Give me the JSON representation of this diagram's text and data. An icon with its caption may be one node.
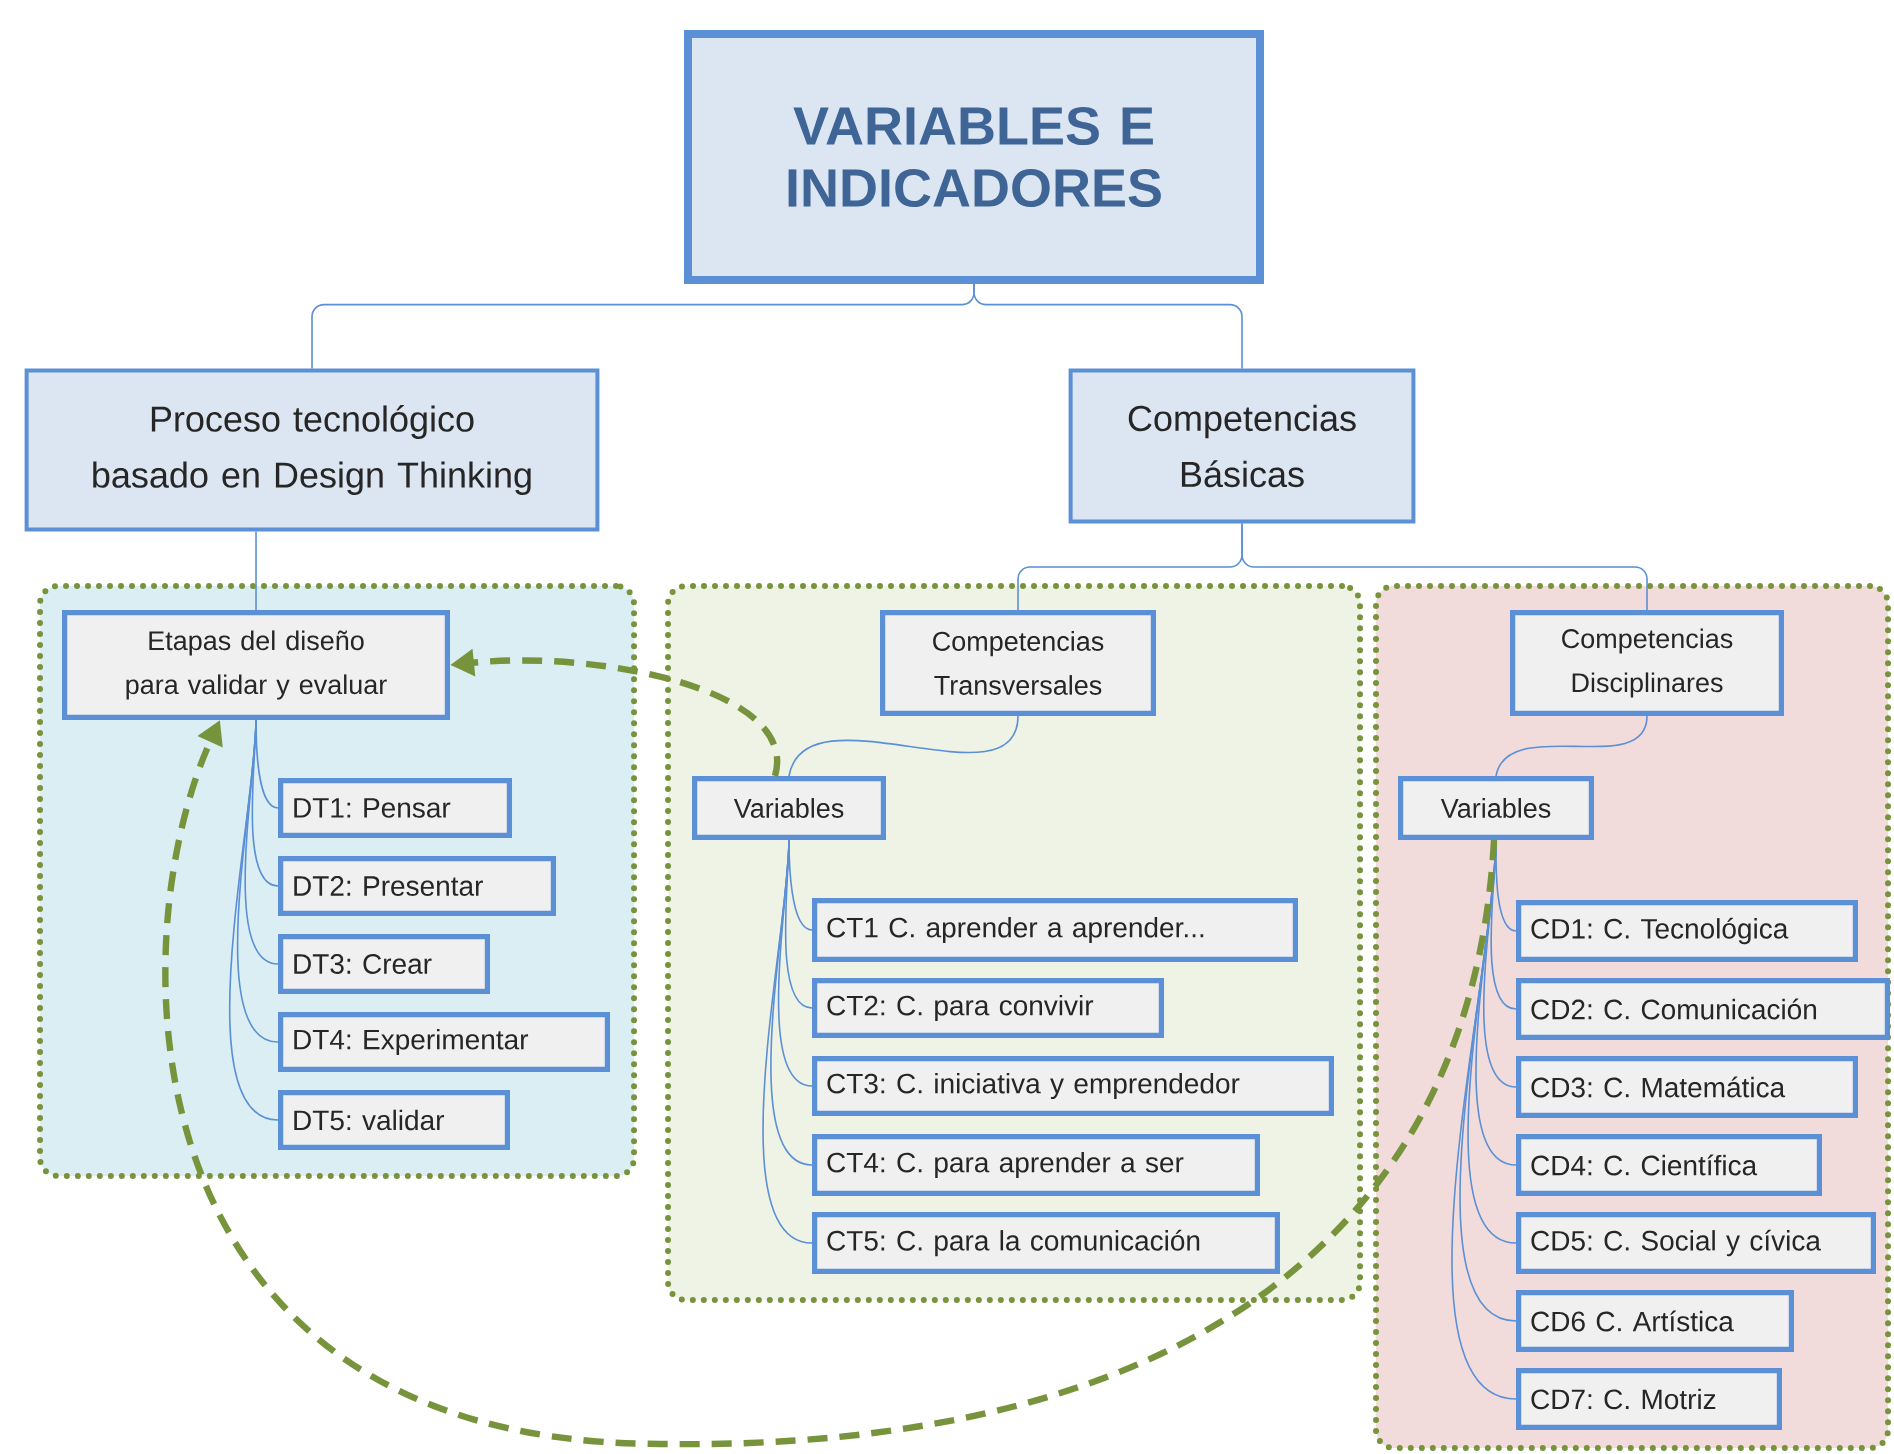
{
  "diagram": {
    "nodes": [
      {
        "text": [
          "VARIABLES E INDICADORES"
        ]
      },
      {
        "text": [
          "Proceso tecnológico basado en Design Thinking"
        ]
      },
      {
        "text": [
          "Competencias Básicas"
        ]
      },
      {
        "text": [],
        "shape": "box"
      },
      {
        "text": [
          "Etapas del diseño para validar y evaluar"
        ],
        "in": 3
      },
      {
        "text": [
          "DT1: Pensar"
        ],
        "in": 3
      },
      {
        "text": [
          "DT2: Presentar"
        ],
        "in": 3
      },
      {
        "text": [
          "DT3: Crear"
        ],
        "in": 3
      },
      {
        "text": [
          "DT4: Experimentar"
        ],
        "in": 3
      },
      {
        "text": [
          "DT5: validar"
        ],
        "in": 3
      },
      {
        "text": [],
        "shape": "box"
      },
      {
        "text": [
          "Competencias Transversales"
        ],
        "in": 10
      },
      {
        "text": [
          "Variables"
        ],
        "in": 10
      },
      {
        "text": [
          "CT1 C.  aprender a aprender..."
        ],
        "in": 10
      },
      {
        "text": [
          "CT2: C. para convivir"
        ],
        "in": 10
      },
      {
        "text": [
          "CT3: C. iniciativa y emprendedor"
        ],
        "in": 10
      },
      {
        "text": [
          "CT4: C. para aprender a ser"
        ],
        "in": 10
      },
      {
        "text": [
          "CT5: C. para la comunicación"
        ],
        "in": 10
      },
      {
        "text": [],
        "shape": "box"
      },
      {
        "text": [
          "Competencias Disciplinares"
        ],
        "in": 18
      },
      {
        "text": [
          "Variables"
        ],
        "in": 18
      },
      {
        "text": [
          "CD1: C. Tecnológica"
        ],
        "in": 18
      },
      {
        "text": [
          "CD2: C. Comunicación"
        ],
        "in": 18
      },
      {
        "text": [
          "CD3: C. Matemática"
        ],
        "in": 18
      },
      {
        "text": [
          "CD4: C. Científica"
        ],
        "in": 18
      },
      {
        "text": [
          "CD5: C. Social y cívica"
        ],
        "in": 18
      },
      {
        "text": [
          "CD6 C. Artística"
        ],
        "in": 18
      },
      {
        "text": [
          "CD7: C. Motriz"
        ],
        "in": 18
      }
    ],
    "edges": [
      {
        "from": 0,
        "to": 1,
        "arrow": "none"
      },
      {
        "from": 0,
        "to": 2,
        "arrow": "none"
      },
      {
        "from": 1,
        "to": 4,
        "arrow": "none"
      },
      {
        "from": 4,
        "to": 5,
        "arrow": "none"
      },
      {
        "from": 4,
        "to": 6,
        "arrow": "none"
      },
      {
        "from": 4,
        "to": 7,
        "arrow": "none"
      },
      {
        "from": 4,
        "to": 8,
        "arrow": "none"
      },
      {
        "from": 4,
        "to": 9,
        "arrow": "none"
      },
      {
        "from": 2,
        "to": 11,
        "arrow": "none"
      },
      {
        "from": 2,
        "to": 19,
        "arrow": "none"
      },
      {
        "from": 11,
        "to": 12,
        "arrow": "none"
      },
      {
        "from": 12,
        "to": 13,
        "arrow": "none"
      },
      {
        "from": 12,
        "to": 14,
        "arrow": "none"
      },
      {
        "from": 12,
        "to": 15,
        "arrow": "none"
      },
      {
        "from": 12,
        "to": 16,
        "arrow": "none"
      },
      {
        "from": 12,
        "to": 17,
        "arrow": "none"
      },
      {
        "from": 19,
        "to": 20,
        "arrow": "none"
      },
      {
        "from": 20,
        "to": 21,
        "arrow": "none"
      },
      {
        "from": 20,
        "to": 22,
        "arrow": "none"
      },
      {
        "from": 20,
        "to": 23,
        "arrow": "none"
      },
      {
        "from": 20,
        "to": 24,
        "arrow": "none"
      },
      {
        "from": 20,
        "to": 25,
        "arrow": "none"
      },
      {
        "from": 20,
        "to": 26,
        "arrow": "none"
      },
      {
        "from": 20,
        "to": 27,
        "arrow": "none"
      },
      {
        "from": 12,
        "to": 4,
        "arrow": "to",
        "style": "dashed",
        "color": "#77933c"
      },
      {
        "from": 20,
        "to": 4,
        "arrow": "to",
        "style": "dashed",
        "color": "#77933c"
      }
    ]
  }
}
